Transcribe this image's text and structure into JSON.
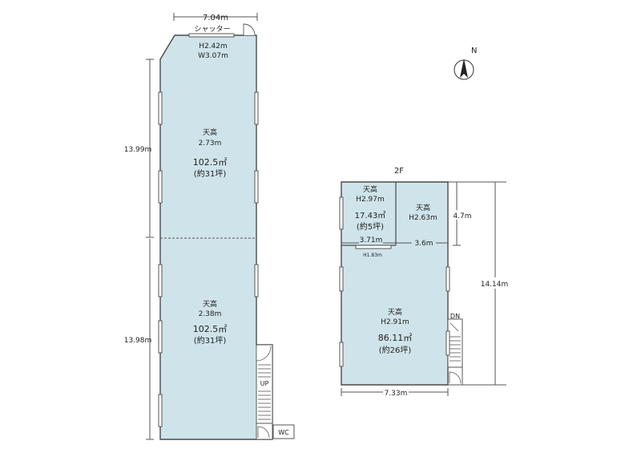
{
  "compass": {
    "label": "N",
    "icon": "north-arrow-icon"
  },
  "floor1": {
    "top_width": "7.04m",
    "shutter": "シャッター",
    "shutter_height": "H2.42m",
    "shutter_width": "W3.07m",
    "upper_length": "13.99m",
    "lower_length": "13.98m",
    "upper_room": {
      "label": "天高",
      "height": "2.73m",
      "area": "102.5㎡",
      "tsubo": "(約31坪)"
    },
    "lower_room": {
      "label": "天高",
      "height": "2.38m",
      "area": "102.5㎡",
      "tsubo": "(約31坪)"
    },
    "stairs_label": "UP",
    "wc_label": "WC"
  },
  "floor2": {
    "title": "2F",
    "room_left": {
      "label": "天高",
      "height": "H2.97m",
      "area": "17.43㎡",
      "tsubo": "(約5坪)"
    },
    "room_right": {
      "label": "天高",
      "height": "H2.63m"
    },
    "room_main": {
      "label": "天高",
      "height": "H2.91m",
      "area": "86.11㎡",
      "tsubo": "(約26坪)"
    },
    "dim_inner_width": "3.71m",
    "dim_beam": "H1.83m",
    "dim_right_width": "3.6m",
    "dim_top_depth": "4.7m",
    "dim_total_depth": "14.14m",
    "dim_bottom_width": "7.33m",
    "stairs_label": "DN"
  },
  "colors": {
    "room_fill": "#cfe4ea",
    "wall": "#4a4a4a"
  }
}
